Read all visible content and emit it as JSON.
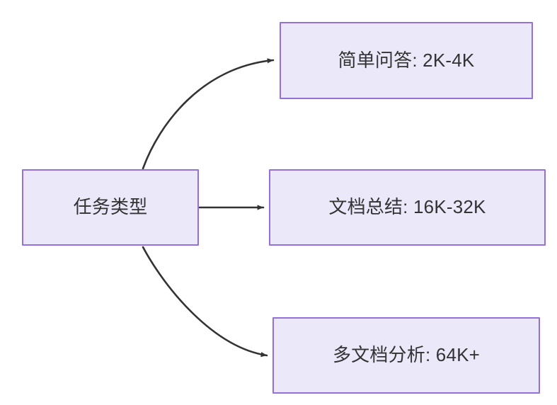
{
  "diagram": {
    "type": "flowchart",
    "direction": "left-to-right",
    "background_color": "#ffffff",
    "node_fill_color": "#ebe8fa",
    "node_border_color": "#9370db",
    "node_text_color": "#333333",
    "edge_color": "#333333",
    "root": {
      "id": "task-type",
      "label": "任务类型"
    },
    "branches": [
      {
        "id": "simple-qa",
        "label": "简单问答: 2K-4K",
        "task": "简单问答",
        "range": "2K-4K",
        "edge_style": "curved"
      },
      {
        "id": "doc-summary",
        "label": "文档总结: 16K-32K",
        "task": "文档总结",
        "range": "16K-32K",
        "edge_style": "straight"
      },
      {
        "id": "multi-doc",
        "label": "多文档分析: 64K+",
        "task": "多文档分析",
        "range": "64K+",
        "edge_style": "curved"
      }
    ]
  }
}
